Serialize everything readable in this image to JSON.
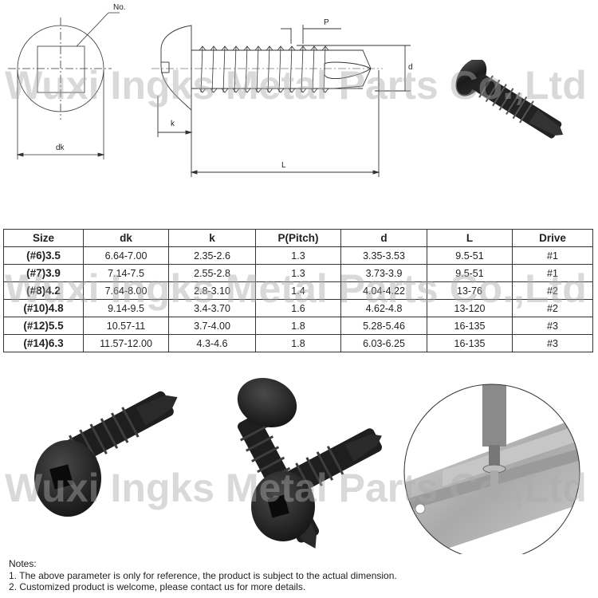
{
  "diagram": {
    "labels": {
      "number": "No.",
      "dk": "dk",
      "k": "k",
      "P": "P",
      "d": "d",
      "L": "L"
    }
  },
  "watermark": "Wuxi Ingks Metal Parts Co.,Ltd",
  "table": {
    "headers": [
      "Size",
      "dk",
      "k",
      "P(Pitch)",
      "d",
      "L",
      "Drive"
    ],
    "rows": [
      [
        "(#6)3.5",
        "6.64-7.00",
        "2.35-2.6",
        "1.3",
        "3.35-3.53",
        "9.5-51",
        "#1"
      ],
      [
        "(#7)3.9",
        "7.14-7.5",
        "2.55-2.8",
        "1.3",
        "3.73-3.9",
        "9.5-51",
        "#1"
      ],
      [
        "(#8)4.2",
        "7.64-8.00",
        "2.8-3.10",
        "1.4",
        "4.04-4.22",
        "13-76",
        "#2"
      ],
      [
        "(#10)4.8",
        "9.14-9.5",
        "3.4-3.70",
        "1.6",
        "4.62-4.8",
        "13-120",
        "#2"
      ],
      [
        "(#12)5.5",
        "10.57-11",
        "3.7-4.00",
        "1.8",
        "5.28-5.46",
        "16-135",
        "#3"
      ],
      [
        "(#14)6.3",
        "11.57-12.00",
        "4.3-4.6",
        "1.8",
        "6.03-6.25",
        "16-135",
        "#3"
      ]
    ]
  },
  "notes": {
    "title": "Notes:",
    "items": [
      "1. The above parameter is only for reference, the product is subject to the actual dimension.",
      "2. Customized product is welcome, please contact us for more details."
    ]
  }
}
